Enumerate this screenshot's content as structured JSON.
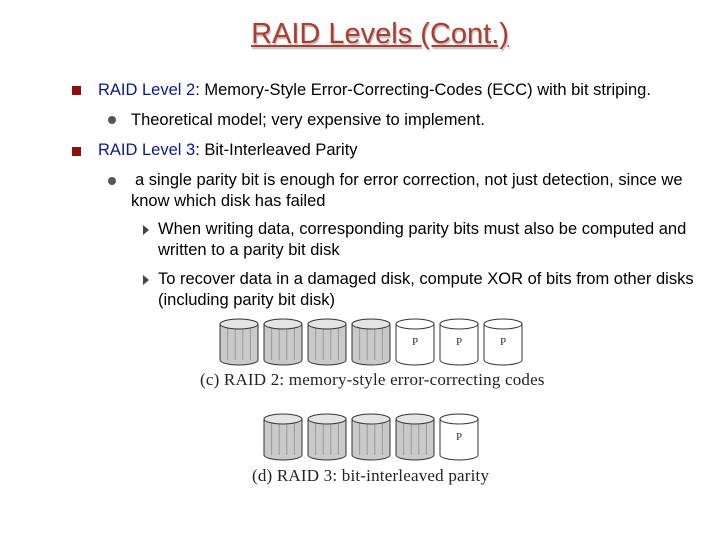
{
  "title": "RAID Levels (Cont.)",
  "bullets": [
    {
      "label": "RAID Level 2",
      "rest": ":  Memory-Style Error-Correcting-Codes (ECC) with bit striping.",
      "sub": [
        "Theoretical model; very expensive to implement."
      ]
    },
    {
      "label": "RAID Level 3",
      "rest": ": Bit-Interleaved Parity",
      "sub": [
        "a single parity bit is enough for error correction, not just detection, since we know which disk has failed"
      ],
      "subsub": [
        "When writing data, corresponding parity bits must also be computed and written to a parity bit disk",
        "To recover data in a damaged disk, compute XOR of bits from other disks (including parity bit disk)"
      ]
    }
  ],
  "figures": {
    "raid2": {
      "caption": "(c) RAID 2: memory-style error-correcting codes",
      "parity_label": "P",
      "parity_disk_count": 3,
      "data_disk_count": 4
    },
    "raid3": {
      "caption": "(d) RAID 3: bit-interleaved parity",
      "parity_label": "P",
      "parity_disk_count": 1,
      "data_disk_count": 4
    }
  }
}
